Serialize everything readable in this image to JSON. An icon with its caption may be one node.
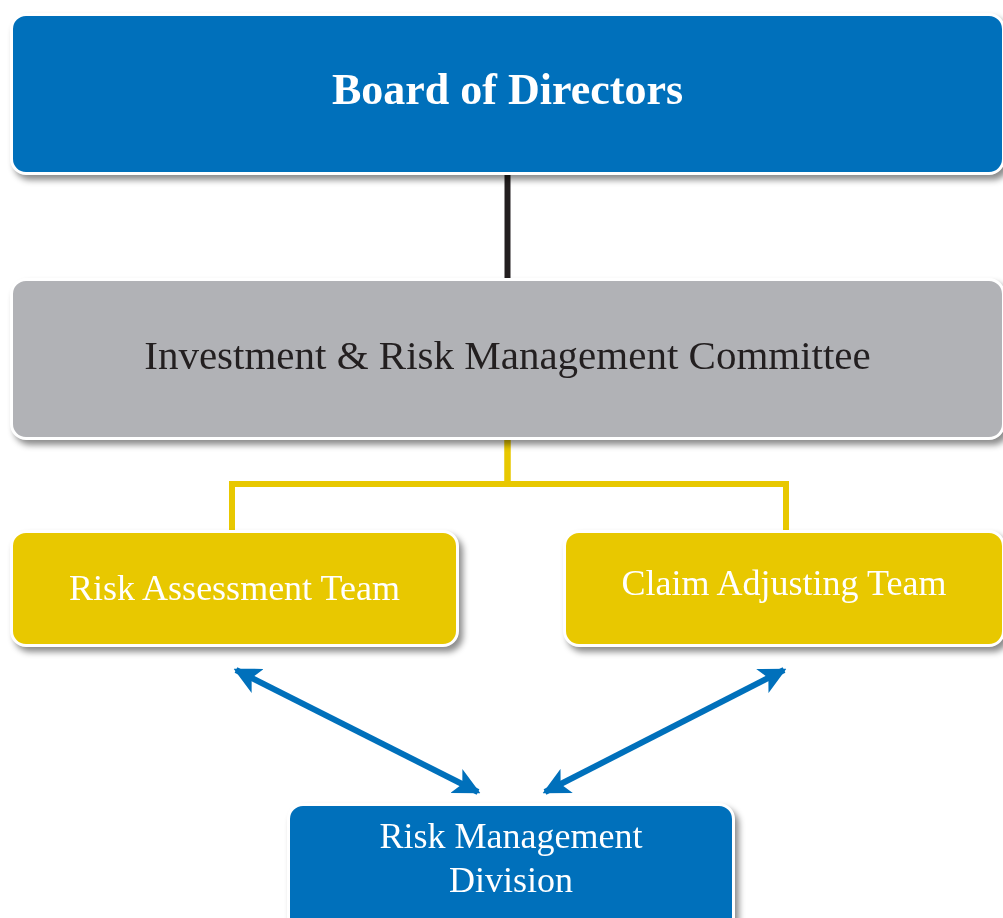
{
  "diagram": {
    "nodes": [
      {
        "text": [
          "Board of Directors"
        ]
      },
      {
        "text": [
          "Investment & Risk Management Committee"
        ]
      },
      {
        "text": [
          "Risk Assessment Team"
        ]
      },
      {
        "text": [
          "Claim Adjusting Team"
        ]
      },
      {
        "text": [
          "Risk Management Division"
        ]
      }
    ],
    "edges": [
      {
        "from": 0,
        "to": 1,
        "arrow": "none",
        "color": "#231f20"
      },
      {
        "from": 1,
        "to": 2,
        "arrow": "none",
        "color": "#e8c800"
      },
      {
        "from": 1,
        "to": 3,
        "arrow": "none",
        "color": "#e8c800"
      },
      {
        "from": 2,
        "to": 4,
        "arrow": "both",
        "color": "#0070bb"
      },
      {
        "from": 3,
        "to": 4,
        "arrow": "both",
        "color": "#0070bb"
      }
    ]
  }
}
